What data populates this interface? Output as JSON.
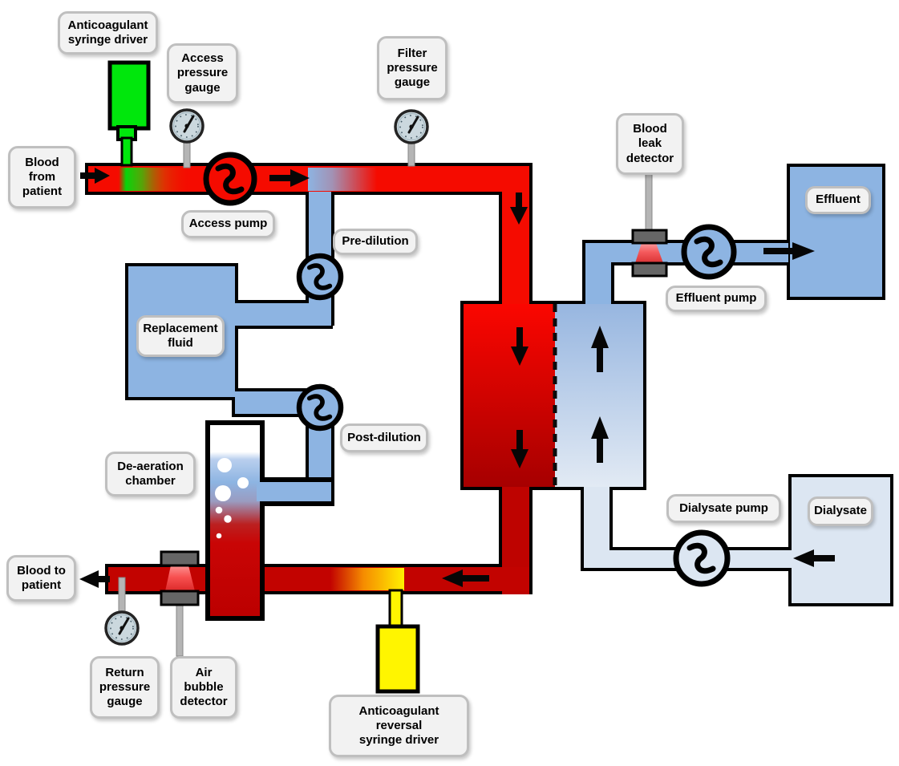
{
  "diagram": {
    "subject": "Continuous renal replacement therapy (hemofiltration/dialysis) circuit",
    "labels": {
      "anticoagulant_syringe_driver": "Anticoagulant\nsyringe driver",
      "access_pressure_gauge": "Access\npressure\ngauge",
      "blood_from_patient": "Blood\nfrom\npatient",
      "access_pump": "Access pump",
      "filter_pressure_gauge": "Filter\npressure\ngauge",
      "pre_dilution": "Pre-dilution",
      "replacement_fluid": "Replacement\nfluid",
      "post_dilution": "Post-dilution",
      "de_aeration_chamber": "De-aeration\nchamber",
      "blood_leak_detector": "Blood\nleak\ndetector",
      "effluent": "Effluent",
      "effluent_pump": "Effluent pump",
      "dialysate_pump": "Dialysate pump",
      "dialysate": "Dialysate",
      "blood_to_patient": "Blood to\npatient",
      "return_pressure_gauge": "Return\npressure\ngauge",
      "air_bubble_detector": "Air\nbubble\ndetector",
      "anticoagulant_reversal_syringe_driver": "Anticoagulant\nreversal\nsyringe driver"
    },
    "colors": {
      "blood_bright": "#F50B00",
      "blood_dark": "#C20300",
      "replacement_fluid_blue": "#8DB4E2",
      "dialysate_light_blue": "#DCE6F2",
      "anticoagulant_green": "#00E70C",
      "reversal_yellow": "#FFF500",
      "label_bg": "#F2F2F2",
      "label_border": "#BFBFBF",
      "detector_gray": "#666666",
      "gauge_face": "#CBD8DE",
      "outline_black": "#000000"
    },
    "components": [
      "anticoagulant-syringe",
      "access-pressure-gauge",
      "access-pump",
      "pre-dilution-pump",
      "filter-pressure-gauge",
      "replacement-fluid-container",
      "post-dilution-pump",
      "de-aeration-chamber",
      "hemofilter-membrane",
      "blood-leak-detector",
      "effluent-pump",
      "effluent-container",
      "dialysate-pump",
      "dialysate-container",
      "air-bubble-detector",
      "return-pressure-gauge",
      "anticoagulant-reversal-syringe"
    ]
  }
}
